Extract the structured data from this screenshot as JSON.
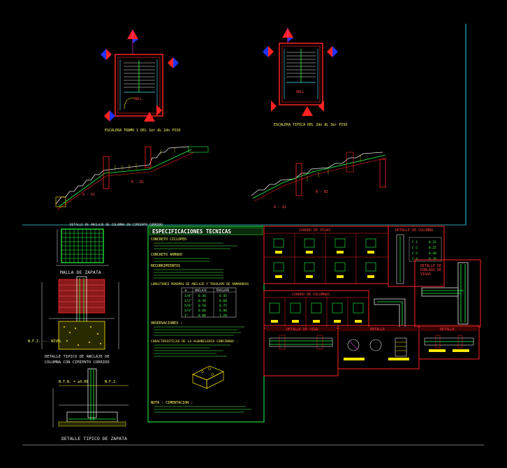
{
  "drawing": {
    "colors": {
      "background": "#000000",
      "border_cyan": "#38d8e8",
      "line_red": "#ff2222",
      "line_green": "#22ff44",
      "line_yellow": "#ffe600",
      "line_white": "#e8e8e8",
      "line_magenta": "#ff33ff",
      "fill_blue": "#2233ff"
    },
    "stair_plans": [
      {
        "caption": "ESCALERA TRAMO 1 DEL 1er AL 2do PISO",
        "room": "HALL"
      },
      {
        "caption": "ESCALERA TIPICA DEL 2do AL 3er PISO",
        "room": "HALL"
      }
    ],
    "sections": [
      {
        "label": "A - A1"
      },
      {
        "label": "B - B1"
      },
      {
        "label": "A - A1"
      },
      {
        "label": "B - B2"
      }
    ],
    "footing_mesh": {
      "title": "DETALLE DE ANCLAJE DE COLUMNA EN CIMIENTO CORRIDO",
      "caption": "MALLA DE ZAPATA"
    },
    "anchor_detail": {
      "caption_line1": "DETALLE TIPICO DE ANCLAJE DE",
      "caption_line2": "COLUMNA CON CIMIENTO CORRIDO",
      "level_label": "N.F.Z. --- NIVEL"
    },
    "footing_detail": {
      "caption": "DETALLE TIPICO DE ZAPATA",
      "label_left": "N.T.N. = ±0.00",
      "label_right": "N.F.Z."
    },
    "specs": {
      "title": "ESPECIFICACIONES TECNICAS",
      "concreto_ciclopeo": "CONCRETO CICLOPEO",
      "concreto_armado": "CONCRETO ARMADO",
      "recubrimientos": "RECUBRIMIENTOS",
      "longitudes_title": "LONGITUDES MINIMAS DE ANCLAJE Y TRASLAPE DE ARMADURAS",
      "table_headers": [
        "ø",
        "ANCLAJE",
        "TRASLAPE"
      ],
      "table_rows": [
        [
          "3/8\"",
          "0.30",
          "0.45"
        ],
        [
          "1/2\"",
          "0.40",
          "0.60"
        ],
        [
          "5/8\"",
          "0.50",
          "0.75"
        ],
        [
          "3/4\"",
          "0.60",
          "0.90"
        ],
        [
          "1\"",
          "0.80",
          "1.20"
        ]
      ],
      "observaciones": "OBSERVACIONES :",
      "albanileria": "CARACTERISTICAS DE LA ALBAÑILERIA CONFINADA :",
      "nota": "NOTA : CIMENTACION :"
    },
    "cuadro_vigas": {
      "title": "CUADRO DE VIGAS"
    },
    "cuadro_columnas": {
      "title": "CUADRO DE COLUMNAS"
    },
    "detalle_columna": {
      "title": "DETALLE DE COLUMNA",
      "rows": [
        [
          "C-1",
          "0.25"
        ],
        [
          "C-2",
          "0.25"
        ],
        [
          "C-3",
          "0.30"
        ],
        [
          "C-4",
          "0.30"
        ]
      ]
    },
    "detalle_vigas": {
      "line1": "DETALLE DE",
      "line2": "DOBLADO DE",
      "line3": "VIGAS"
    },
    "small_panels": [
      {
        "title": "DETALLE DE VIGA"
      },
      {
        "title": "DETALLE"
      },
      {
        "title": "DETALLE"
      }
    ]
  }
}
